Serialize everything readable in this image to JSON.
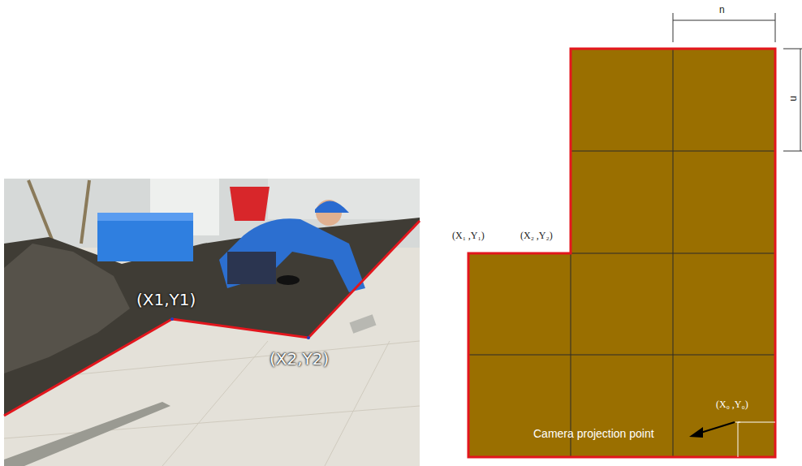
{
  "diagram": {
    "labels": [
      "(X1,Y1)",
      "(X2,Y2)",
      "n",
      "n",
      "(X₁ ,Y₁)",
      "(X₂ ,Y₂)",
      "(X₀ ,Y₀)",
      "Camera projection point"
    ]
  }
}
